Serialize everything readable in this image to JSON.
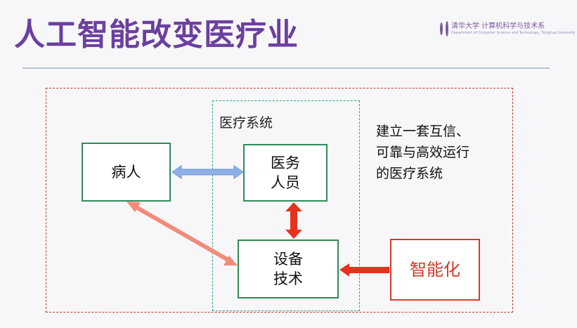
{
  "slide": {
    "title": "人工智能改变医疗业",
    "logo_text": "清华大学 计算机科学与技术系",
    "logo_sub": "Department of Computer Science and Technology, Tsinghua University"
  },
  "diagram": {
    "system_label": "医疗系统",
    "patient": "病人",
    "staff": "医务\n人员",
    "device": "设备\n技术",
    "intelligence": "智能化",
    "note": "建立一套互信、可靠与高效运行的医疗系统"
  },
  "colors": {
    "title": "#6b3fa0",
    "outer_dash": "#c0392b",
    "system_dash": "#2aa58a",
    "node_border": "#2e8b57",
    "intel_border": "#d23b2a",
    "arrow_blue": "#8fb0e6",
    "arrow_salmon": "#f28b7a",
    "arrow_red": "#e8321e"
  }
}
